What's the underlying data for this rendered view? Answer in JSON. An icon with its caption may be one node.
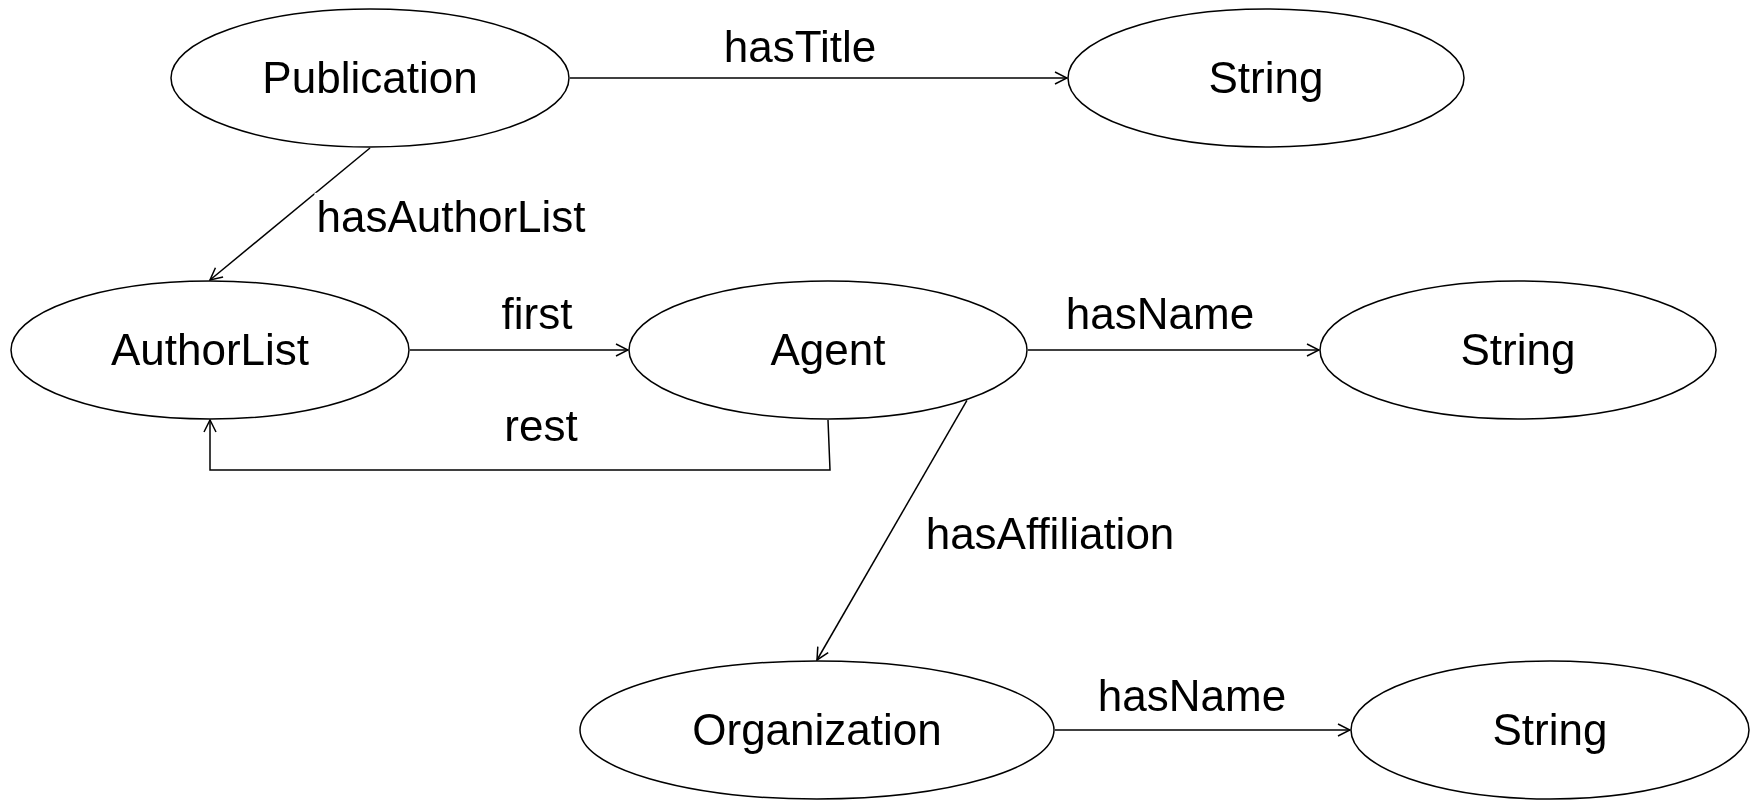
{
  "diagram": {
    "nodes": [
      {
        "text": [
          "Publication"
        ]
      },
      {
        "text": [
          "String"
        ]
      },
      {
        "text": [
          "AuthorList"
        ]
      },
      {
        "text": [
          "Agent"
        ]
      },
      {
        "text": [
          "String"
        ]
      },
      {
        "text": [
          "Organization"
        ]
      },
      {
        "text": [
          "String"
        ]
      }
    ],
    "edges": [
      {
        "from": 0,
        "to": 1,
        "arrow": "to",
        "label": "hasTitle"
      },
      {
        "from": 0,
        "to": 2,
        "arrow": "to",
        "label": "hasAuthorList"
      },
      {
        "from": 2,
        "to": 3,
        "arrow": "to",
        "label": "first"
      },
      {
        "from": 3,
        "to": 2,
        "arrow": "to",
        "label": "rest"
      },
      {
        "from": 3,
        "to": 4,
        "arrow": "to",
        "label": "hasName"
      },
      {
        "from": 3,
        "to": 5,
        "arrow": "to",
        "label": "hasAffiliation"
      },
      {
        "from": 5,
        "to": 6,
        "arrow": "to",
        "label": "hasName"
      }
    ]
  }
}
